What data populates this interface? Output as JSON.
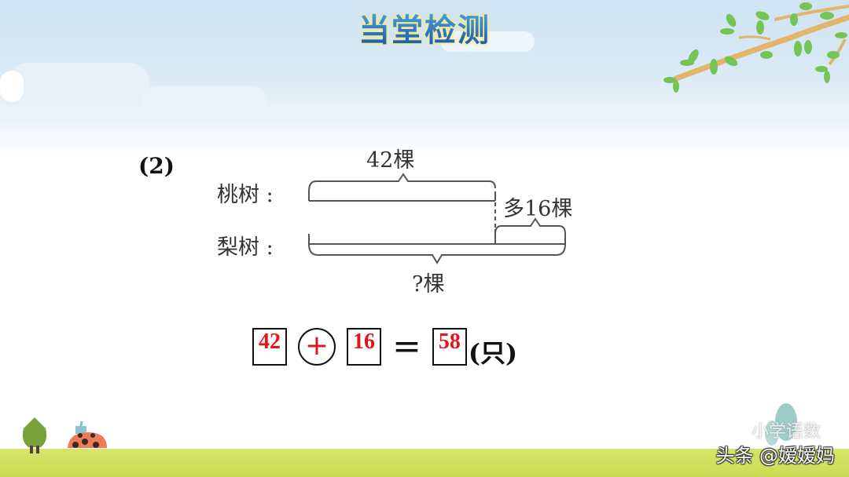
{
  "slide": {
    "title": "当堂检测",
    "problem_number": "(2)"
  },
  "diagram": {
    "rows": [
      {
        "label": "桃树 :"
      },
      {
        "label": "梨树 :"
      }
    ],
    "top_brace_label": "42棵",
    "difference_label": "多16棵",
    "total_brace_label": "?棵"
  },
  "equation": {
    "operand1": "42",
    "operator": "+",
    "operand2": "16",
    "equals": "=",
    "result": "58",
    "unit": "(只)"
  },
  "watermark": {
    "faint_text": "小学语数",
    "text": "头条 @嫒嫒妈"
  },
  "colors": {
    "answer_red": "#e3141a",
    "title_blue": "#1f6fc2",
    "ground_green": "#cfe05e"
  }
}
